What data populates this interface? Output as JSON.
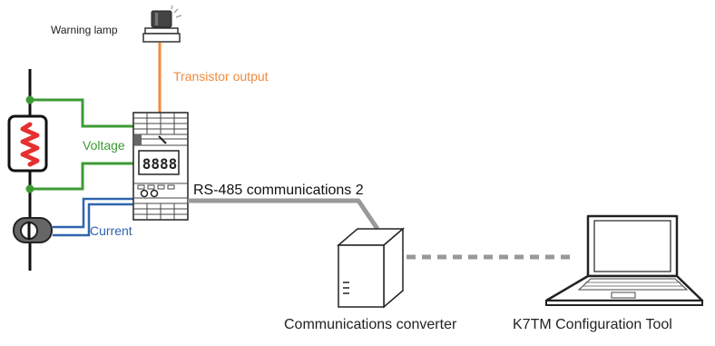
{
  "labels": {
    "warning_lamp": "Warning lamp",
    "transistor_output": "Transistor output",
    "voltage": "Voltage",
    "current": "Current",
    "rs485": "RS-485 communications 2",
    "converter": "Communications converter",
    "config_tool": "K7TM Configuration Tool"
  },
  "device_display": "8888",
  "colors": {
    "transistor": "#f08a3c",
    "voltage": "#3d9b35",
    "current": "#2f64b0",
    "resistor": "#e53030",
    "cable": "#999999"
  },
  "icons": [
    "warning-lamp-icon",
    "heater-icon",
    "current-transformer-icon",
    "k7tm-device-icon",
    "converter-icon",
    "laptop-icon"
  ]
}
